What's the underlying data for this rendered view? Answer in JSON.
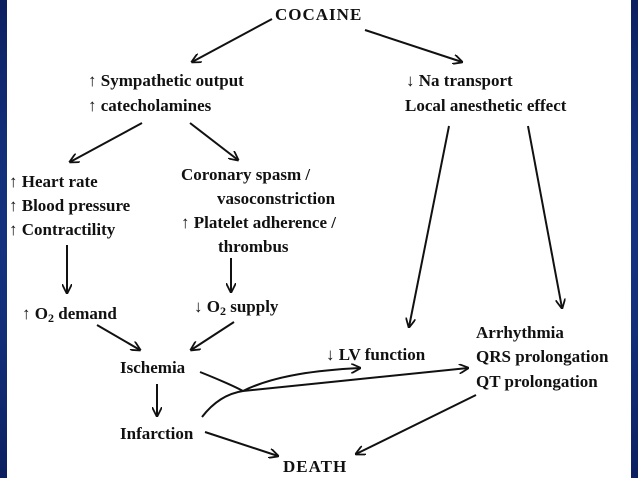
{
  "diagram": {
    "title": "COCAINE",
    "sympathetic": {
      "line1": "↑ Sympathetic output",
      "line2": "↑ catecholamines"
    },
    "na_transport": {
      "line1": "↓ Na transport",
      "line2": "Local anesthetic effect"
    },
    "hemodynamics": {
      "line1": "↑ Heart rate",
      "line2": "↑ Blood pressure",
      "line3": "↑ Contractility"
    },
    "coronary": {
      "line1": "Coronary spasm /",
      "line2": "vasoconstriction",
      "line3": "↑ Platelet adherence /",
      "line4": "thrombus"
    },
    "o2_demand": {
      "prefix": "↑ O",
      "sub": "2",
      "suffix": " demand"
    },
    "o2_supply": {
      "prefix": "↓ O",
      "sub": "2",
      "suffix": " supply"
    },
    "ischemia": "Ischemia",
    "infarction": "Infarction",
    "lv_function": "↓ LV function",
    "arrhythmia": {
      "line1": "Arrhythmia",
      "line2": "QRS prolongation",
      "line3": "QT prolongation"
    },
    "death": "DEATH"
  },
  "colors": {
    "background": "#1a3a8c",
    "panel": "#ffffff",
    "text": "#111111",
    "arrow": "#111111"
  }
}
